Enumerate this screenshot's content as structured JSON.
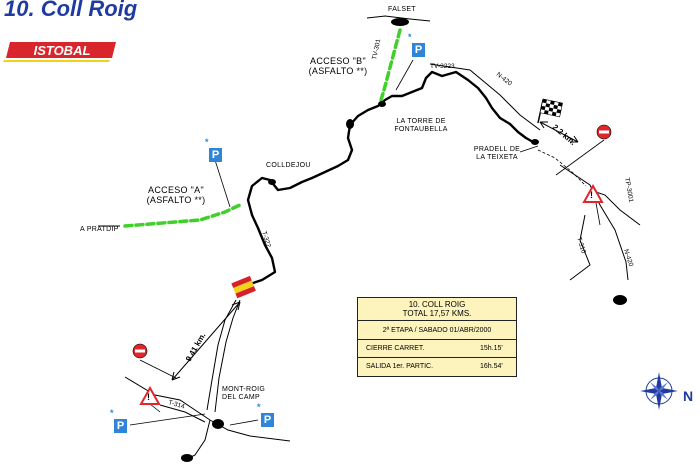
{
  "title": "10. Coll Roig",
  "logo_text": "ISTOBAL",
  "places": {
    "falset": "FALSET",
    "torre_1": "LA TORRE DE",
    "torre_2": "FONTAUBELLA",
    "colldejou": "COLLDEJOU",
    "pradell_1": "PRADELL DE",
    "pradell_2": "LA TEIXETA",
    "pratdip": "A PRATDIP",
    "montroig_1": "MONT-ROIG",
    "montroig_2": "DEL CAMP"
  },
  "access_b": {
    "line1": "ACCESO \"B\"",
    "line2": "(ASFALTO **)"
  },
  "access_a": {
    "line1": "ACCESO \"A\"",
    "line2": "(ASFALTO **)"
  },
  "parking_label": "P",
  "parking_star": "*",
  "roads": {
    "tv301": "TV-301",
    "tv3223": "TV-3223",
    "n420_top": "N-420",
    "n420_right": "N-420",
    "tv3001": "TP-3001",
    "t310": "T-310",
    "t322": "T-322",
    "t3141": "T-314"
  },
  "distances": {
    "long": "9.41 km.",
    "short": "2.2 km."
  },
  "info": {
    "name": "10. COLL ROIG",
    "total": "TOTAL 17,57 KMS.",
    "stage": "2ª ETAPA / SABADO 01/ABR/2000",
    "close_label": "CIERRE CARRET.",
    "close_time": "15h.15'",
    "start_label": "SALIDA 1er. PARTIC.",
    "start_time": "16h.54'"
  },
  "compass_letter": "N",
  "warning_glyph": "!",
  "colors": {
    "title": "#1f3aa0",
    "access_road": "#3fd02a",
    "parking": "#2f86d8",
    "no_entry": "#e0262b",
    "info_box": "#fdf3bd",
    "logo": "#d8262c",
    "flag_red": "#d8202a",
    "flag_yellow": "#f4d21a"
  },
  "icons": [
    "checkered-flag-icon",
    "start-flag-icon",
    "no-entry-icon",
    "warning-triangle-icon",
    "parking-icon",
    "compass-rose-icon"
  ]
}
